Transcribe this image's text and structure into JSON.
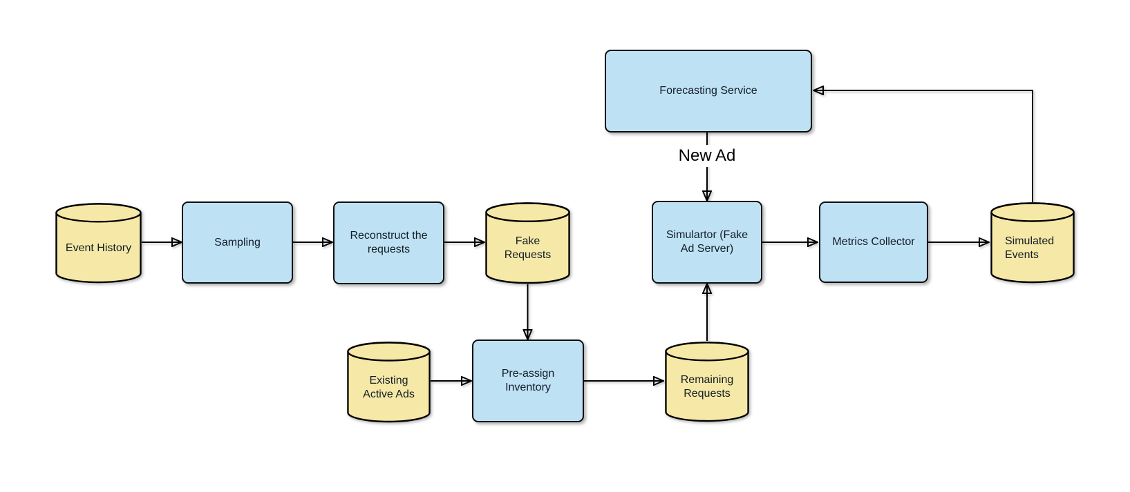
{
  "diagram": {
    "type": "flowchart",
    "background_color": "#ffffff",
    "colors": {
      "process_fill": "#BEE1F3",
      "datastore_fill": "#F6E8A6",
      "stroke": "#000000",
      "text": "#121d27"
    },
    "nodes": {
      "event_history": {
        "shape": "cylinder",
        "label": "Event History"
      },
      "sampling": {
        "shape": "rectangle",
        "label": "Sampling"
      },
      "reconstruct_requests": {
        "shape": "rectangle",
        "label": "Reconstruct the\nrequests"
      },
      "fake_requests": {
        "shape": "cylinder",
        "label": "Fake\nRequests"
      },
      "forecasting_service": {
        "shape": "rectangle",
        "label": "Forecasting Service"
      },
      "simulator": {
        "shape": "rectangle",
        "label": "Simulartor (Fake\nAd Server)"
      },
      "metrics_collector": {
        "shape": "rectangle",
        "label": "Metrics Collector"
      },
      "simulated_events": {
        "shape": "cylinder",
        "label": "Simulated\nEvents"
      },
      "existing_active_ads": {
        "shape": "cylinder",
        "label": "Existing\nActive Ads"
      },
      "pre_assign_inventory": {
        "shape": "rectangle",
        "label": "Pre-assign\nInventory"
      },
      "remaining_requests": {
        "shape": "cylinder",
        "label": "Remaining\nRequests"
      }
    },
    "edge_label": {
      "text": "New Ad"
    },
    "connections": [
      {
        "from": "event_history",
        "to": "sampling"
      },
      {
        "from": "sampling",
        "to": "reconstruct_requests"
      },
      {
        "from": "reconstruct_requests",
        "to": "fake_requests"
      },
      {
        "from": "fake_requests",
        "to": "pre_assign_inventory"
      },
      {
        "from": "existing_active_ads",
        "to": "pre_assign_inventory"
      },
      {
        "from": "pre_assign_inventory",
        "to": "remaining_requests"
      },
      {
        "from": "remaining_requests",
        "to": "simulator"
      },
      {
        "from": "forecasting_service",
        "to": "simulator",
        "label": "New Ad"
      },
      {
        "from": "simulator",
        "to": "metrics_collector"
      },
      {
        "from": "metrics_collector",
        "to": "simulated_events"
      },
      {
        "from": "simulated_events",
        "to": "forecasting_service"
      }
    ]
  }
}
